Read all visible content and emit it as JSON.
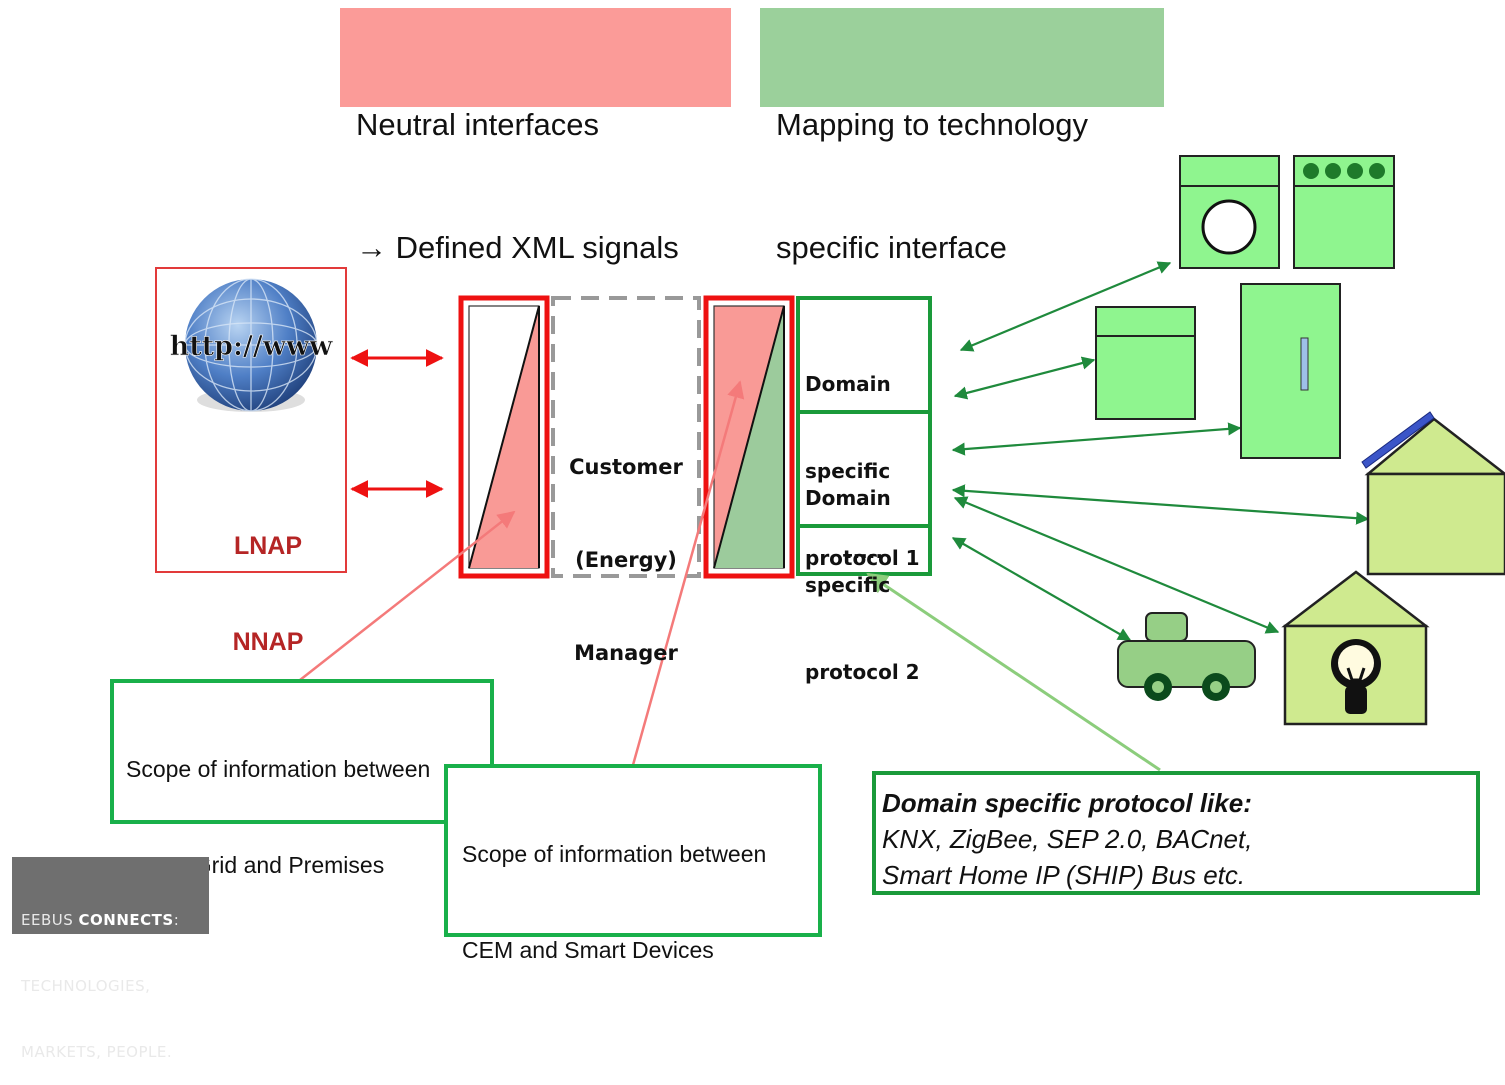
{
  "legend": {
    "neutral_line1": "Neutral interfaces",
    "neutral_line2": "→ Defined XML signals",
    "mapping_line1": "Mapping to technology",
    "mapping_line2": "specific interface"
  },
  "smart_grid": {
    "globe_text": "http://www",
    "line1": "LNAP",
    "line2": "NNAP"
  },
  "cem": {
    "line1": "Customer",
    "line2": "(Energy)",
    "line3": "Manager"
  },
  "protocols": {
    "p1_line1": "Domain",
    "p1_line2": "specific",
    "p1_line3": "protocol 1",
    "p2_line1": "Domain",
    "p2_line2": "specific",
    "p2_line3": "protocol 2",
    "more": "....."
  },
  "scope_grid": {
    "line1": "Scope of information between",
    "line2": "Smart Grid and Premises"
  },
  "scope_cem": {
    "line1": "Scope of information between",
    "line2": "CEM and Smart Devices"
  },
  "domain_specific": {
    "title": "Domain specific protocol like:",
    "line2": "KNX, ZigBee, SEP 2.0, BACnet,",
    "line3": "Smart Home IP (SHIP) Bus etc."
  },
  "branding": {
    "line1_normal": "EEBUS ",
    "line1_bold": "CONNECTS",
    "line1_colon": ":",
    "line2": "TECHNOLOGIES,",
    "line3": "MARKETS, PEOPLE."
  },
  "colors": {
    "neutral_pink": "#fb9b98",
    "mapping_green": "#9bd09b",
    "interface_red": "#ee1111",
    "frame_green": "#1a9a3a",
    "device_green": "#8ff58f",
    "house_green": "#cfea8f",
    "arrow_pink": "#f47a7a",
    "arrow_lightgreen": "#8ccd7c",
    "device_arrow_green": "#1f8a3c"
  },
  "icons": [
    "globe-icon",
    "washing-machine-icon",
    "stove-icon",
    "dishwasher-icon",
    "fridge-icon",
    "solar-house-icon",
    "electric-car-icon",
    "lightbulb-house-icon"
  ]
}
